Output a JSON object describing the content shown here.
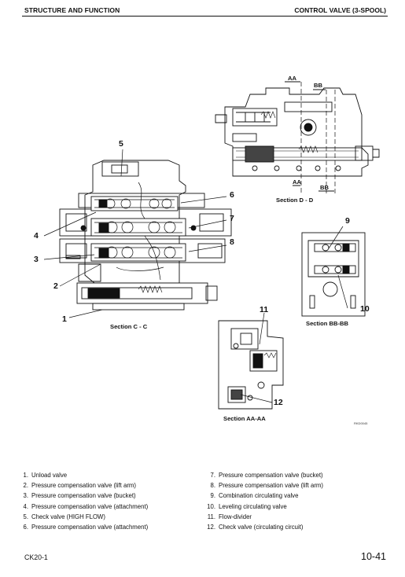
{
  "header": {
    "left": "STRUCTURE AND FUNCTION",
    "right": "CONTROL VALVE (3-SPOOL)"
  },
  "figures": {
    "section_dd": {
      "caption": "Section D - D",
      "marks": [
        "AA",
        "BB",
        "AA",
        "BB"
      ]
    },
    "section_cc": {
      "caption": "Section C - C"
    },
    "section_bbbb": {
      "caption": "Section BB-BB"
    },
    "section_aaaa": {
      "caption": "Section AA-AA"
    },
    "figure_code": "RKD0045"
  },
  "callouts": [
    "5",
    "6",
    "7",
    "8",
    "4",
    "3",
    "2",
    "1",
    "9",
    "10",
    "11",
    "12"
  ],
  "legend": {
    "left": [
      {
        "num": "1.",
        "text": "Unload valve"
      },
      {
        "num": "2.",
        "text": "Pressure compensation valve (lift arm)"
      },
      {
        "num": "3.",
        "text": "Pressure compensation valve (bucket)"
      },
      {
        "num": "4.",
        "text": "Pressure compensation valve (attachment)"
      },
      {
        "num": "5.",
        "text": "Check valve (HIGH FLOW)"
      },
      {
        "num": "6.",
        "text": "Pressure compensation valve (attachment)"
      }
    ],
    "right": [
      {
        "num": "7.",
        "text": "Pressure compensation valve (bucket)"
      },
      {
        "num": "8.",
        "text": "Pressure compensation valve (lift arm)"
      },
      {
        "num": "9.",
        "text": "Combination circulating valve"
      },
      {
        "num": "10.",
        "text": "Leveling circulating valve"
      },
      {
        "num": "11.",
        "text": "Flow-divider"
      },
      {
        "num": "12.",
        "text": "Check valve (circulating circuit)"
      }
    ]
  },
  "footer": {
    "model": "CK20-1",
    "page": "10-41"
  }
}
